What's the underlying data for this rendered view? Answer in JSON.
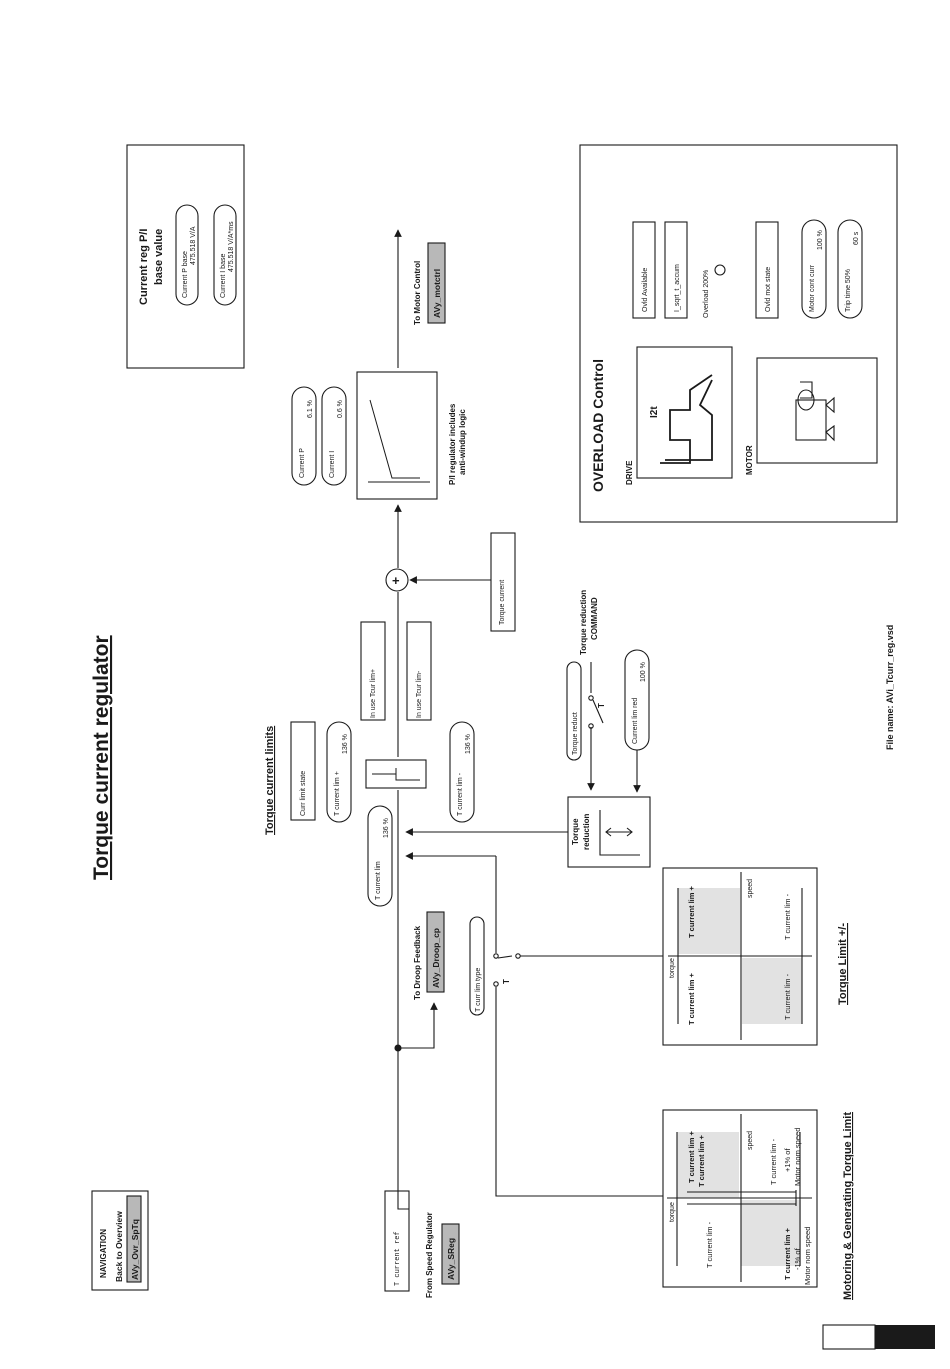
{
  "title": "Torque current regulator",
  "file_name": "File name: AVi_Tcurr_reg.vsd",
  "navigation": {
    "heading": "NAVIGATION",
    "back_label": "Back to Overview",
    "link": "AVy_Ovr_SpTq"
  },
  "pi_base": {
    "heading_line1": "Current reg  P/I",
    "heading_line2": "base value",
    "p_base_label": "Current P base",
    "p_base_value": "475.518  V/A",
    "i_base_label": "Current I base",
    "i_base_value": "475.518  V/A*ms"
  },
  "overload": {
    "heading": "OVERLOAD Control",
    "drive_label": "DRIVE",
    "motor_label": "MOTOR",
    "i2t_label": "I2t",
    "ovld_available": "Ovld Available",
    "i_sqrt_accum": "I_sqrt_t_accum",
    "overload_200": "Overload 200%",
    "ovld_mot_state": "Ovld mot state",
    "motor_cont_curr_label": "Motor cont curr",
    "motor_cont_curr_value": "100  %",
    "trip_time_label": "Trip time 50%",
    "trip_time_value": "60  s"
  },
  "regulator": {
    "to_motor_ctrl": "To Motor Control",
    "motor_ctrl_link": "AVy_motctrl",
    "current_p_label": "Current P",
    "current_p_value": "6.1  %",
    "current_i_label": "Current I",
    "current_i_value": "0.6  %",
    "pi_note_line1": "P/I regulator includes",
    "pi_note_line2": "anti-windup logic",
    "torque_current": "Torque current",
    "sum_symbol": "+"
  },
  "limits": {
    "heading": "Torque current limits",
    "curr_limit_state": "Curr limit state",
    "t_lim_plus_label": "T current lim +",
    "t_lim_plus_value": "136  %",
    "t_lim_minus_label": "T current lim -",
    "t_lim_minus_value": "136  %",
    "t_lim_label": "T current lim",
    "t_lim_value": "136  %",
    "in_use_plus": "In use Tcur lim+",
    "in_use_minus": "In use Tcur lim-"
  },
  "torque_reduction": {
    "command_line1": "Torque reduction",
    "command_line2": "COMMAND",
    "torque_reduct": "Torque reduct",
    "curr_lim_red_label": "Current lim red",
    "curr_lim_red_value": "100  %",
    "block_line1": "Torque",
    "block_line2": "reduction",
    "switch_t": "T"
  },
  "feedback": {
    "droop_label": "To Droop Feedback",
    "droop_link": "AVy_Droop_cp",
    "lim_type": "T curr lim type",
    "switch_t": "T",
    "t_current_ref": "T current ref",
    "from_speed_reg": "From Speed Regulator",
    "speed_reg_link": "AVy_SReg"
  },
  "chart_pm": {
    "caption": "Torque Limit +/-",
    "torque": "torque",
    "speed": "speed",
    "lim_plus_left": "T current lim +",
    "lim_plus_right": "T current lim +",
    "lim_minus_left": "T current lim -",
    "lim_minus_right": "T current lim -"
  },
  "chart_mg": {
    "caption": "Motoring & Generating Torque Limit",
    "torque": "torque",
    "speed": "speed",
    "lim_plus_top": "T current lim +",
    "lim_plus_mid": "T current lim +",
    "lim_plus_bottom": "T current lim +",
    "lim_minus_left": "T current lim -",
    "lim_minus_right": "T current lim -",
    "pct_plus_line1": "+1% of",
    "pct_plus_line2": "Motor nom speed",
    "pct_minus_line1": "-1% of",
    "pct_minus_line2": "Motor nom speed"
  },
  "colors": {
    "ink": "#1a1a1a",
    "link_fill": "#b8b8b8",
    "shade": "#e2e2e2",
    "corner_block": "#1a1a1a"
  }
}
